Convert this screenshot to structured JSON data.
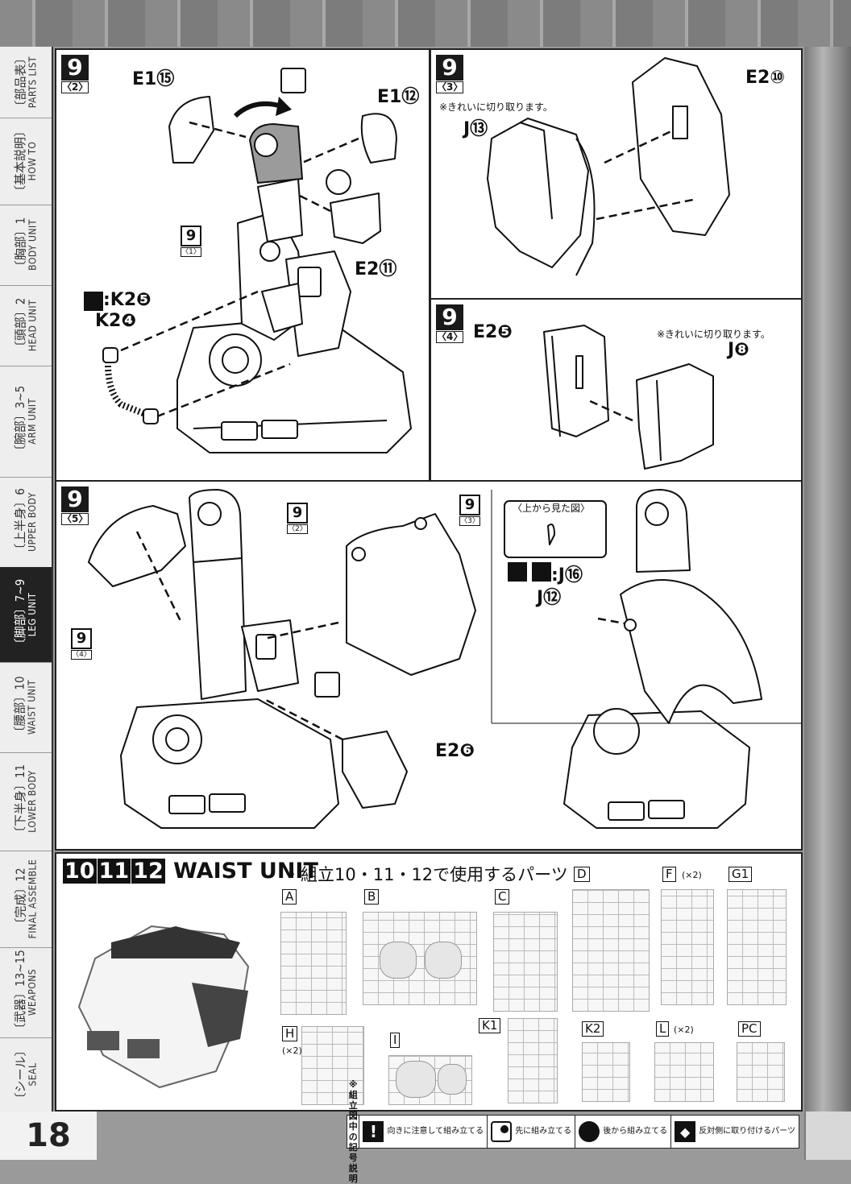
{
  "page_number": "18",
  "sidebar": {
    "items": [
      {
        "jp": "〔部品表〕",
        "en": "PARTS LIST"
      },
      {
        "jp": "〔基本説明〕",
        "en": "HOW TO"
      },
      {
        "jp": "〔胸部〕1",
        "en": "BODY UNIT"
      },
      {
        "jp": "〔頭部〕2",
        "en": "HEAD UNIT"
      },
      {
        "jp": "〔腕部〕3~5",
        "en": "ARM UNIT"
      },
      {
        "jp": "〔上半身〕6",
        "en": "UPPER BODY"
      },
      {
        "jp": "〔脚部〕7~9",
        "en": "LEG UNIT"
      },
      {
        "jp": "〔腰部〕10",
        "en": "WAIST UNIT"
      },
      {
        "jp": "〔下半身〕11",
        "en": "LOWER BODY"
      },
      {
        "jp": "〔完成〕12",
        "en": "FINAL ASSEMBLE"
      },
      {
        "jp": "〔武器〕13~15",
        "en": "WEAPONS"
      },
      {
        "jp": "〔シール〕",
        "en": "SEAL"
      }
    ]
  },
  "steps": {
    "s9_2": {
      "step": "9",
      "sub": "〈2〉",
      "labels": {
        "e1_15": "E1⑮",
        "e1_12": "E1⑫",
        "e2_11": "E2⑪",
        "k2_5": ":K2❺",
        "k2_4": "K2❹"
      },
      "ref_badge": {
        "n": "9",
        "s": "〈1〉"
      }
    },
    "s9_3": {
      "step": "9",
      "sub": "〈3〉",
      "note": "※きれいに切り取ります。",
      "labels": {
        "j13": "J⑬",
        "e2_10": "E2⑩"
      }
    },
    "s9_4": {
      "step": "9",
      "sub": "〈4〉",
      "note": "※きれいに切り取ります。",
      "labels": {
        "e2_5": "E2❺",
        "j8": "J❽"
      }
    },
    "s9_5": {
      "step": "9",
      "sub": "〈5〉",
      "ref_badges": [
        {
          "n": "9",
          "s": "〈2〉"
        },
        {
          "n": "9",
          "s": "〈3〉"
        },
        {
          "n": "9",
          "s": "〈4〉"
        }
      ],
      "labels": {
        "e2_6": "E2❻",
        "j16": ":J⑯",
        "j12": "J⑫"
      },
      "top_view": "〈上から見た図〉"
    }
  },
  "waist": {
    "title_nums": [
      "10",
      "11",
      "12"
    ],
    "title": "WAIST UNIT",
    "parts_heading": "・組立10・11・12で使用するパーツ",
    "runners": [
      {
        "id": "A",
        "mult": ""
      },
      {
        "id": "B",
        "mult": ""
      },
      {
        "id": "C",
        "mult": ""
      },
      {
        "id": "D",
        "mult": ""
      },
      {
        "id": "F",
        "mult": "(×2)"
      },
      {
        "id": "G1",
        "mult": ""
      },
      {
        "id": "H",
        "mult": "(×2)"
      },
      {
        "id": "I",
        "mult": ""
      },
      {
        "id": "K1",
        "mult": ""
      },
      {
        "id": "K2",
        "mult": ""
      },
      {
        "id": "L",
        "mult": "(×2)"
      },
      {
        "id": "PC",
        "mult": ""
      }
    ]
  },
  "legend": {
    "title": "※組立図中の記号説明",
    "items": [
      {
        "icon": "exclamation-icon",
        "text": "向きに注意して組み立てる"
      },
      {
        "icon": "first-assemble-icon",
        "text": "先に組み立てる"
      },
      {
        "icon": "later-assemble-icon",
        "text": "後から組み立てる"
      },
      {
        "icon": "opposite-side-icon",
        "text": "反対側に取り付けるパーツ"
      }
    ]
  },
  "colors": {
    "ink": "#111111",
    "active_tab": "#222222",
    "gray_part": "#9b9b9b"
  }
}
